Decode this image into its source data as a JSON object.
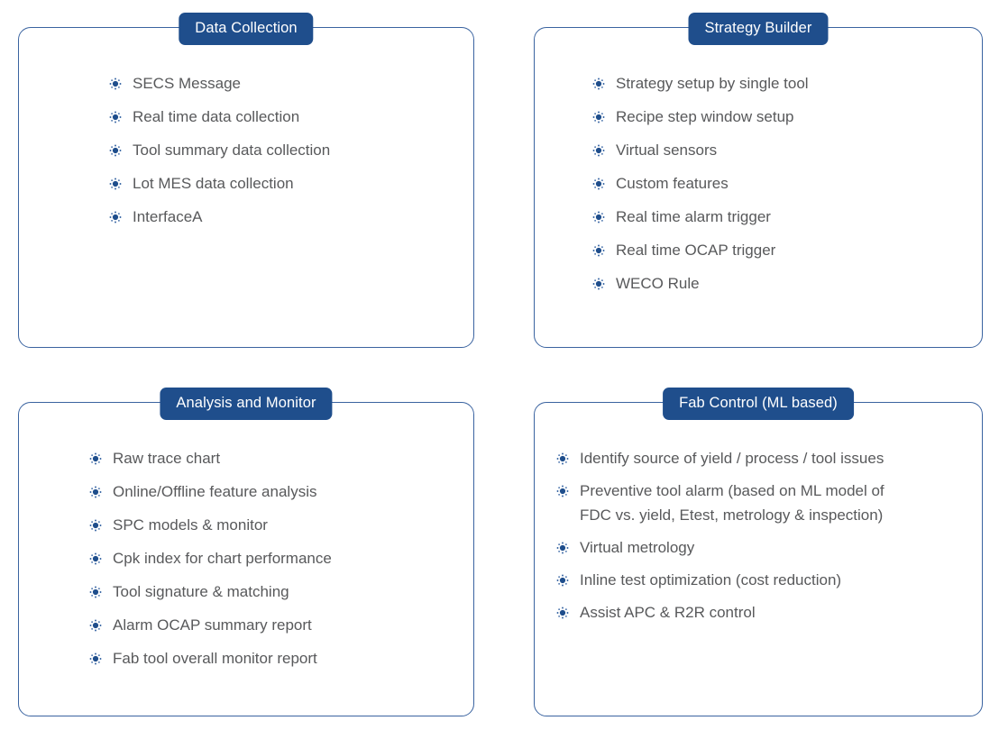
{
  "panels": [
    {
      "title": "Data Collection",
      "items": [
        "SECS Message",
        "Real time data collection",
        "Tool summary data collection",
        "Lot MES data collection",
        "InterfaceA"
      ]
    },
    {
      "title": "Strategy Builder",
      "items": [
        "Strategy setup by single tool",
        "Recipe step window setup",
        "Virtual sensors",
        "Custom features",
        "Real time alarm trigger",
        "Real time OCAP trigger",
        "WECO Rule"
      ]
    },
    {
      "title": "Analysis and Monitor",
      "items": [
        "Raw trace chart",
        "Online/Offline feature analysis",
        "SPC models & monitor",
        "Cpk index for chart performance",
        "Tool signature & matching",
        "Alarm OCAP summary report",
        "Fab tool overall monitor report"
      ]
    },
    {
      "title": "Fab Control (ML based)",
      "items": [
        "Identify source of yield / process / tool issues",
        "Preventive tool alarm (based on ML model of\nFDC vs. yield, Etest, metrology & inspection)",
        "Virtual metrology",
        "Inline test optimization (cost reduction)",
        "Assist APC & R2R control"
      ]
    }
  ],
  "icons": {
    "bullet": "radial-dot-icon"
  },
  "colors": {
    "badge_background": "#1f4e8c",
    "badge_text": "#ffffff",
    "card_border": "#3a63a0",
    "item_text": "#58595b",
    "bullet": "#1f4e8c",
    "page_background": "#ffffff"
  }
}
